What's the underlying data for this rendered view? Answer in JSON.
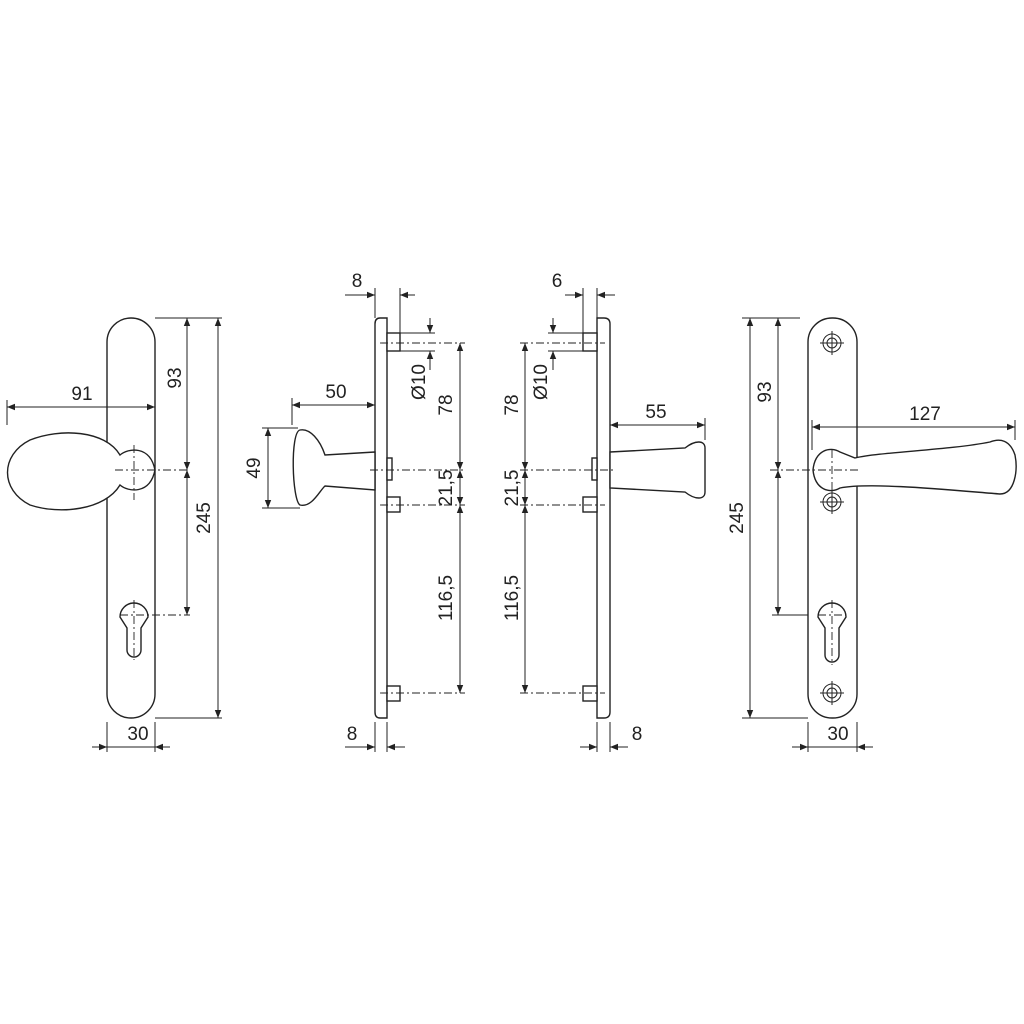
{
  "views": {
    "front_knob": {
      "width": "91",
      "handle_to_center": "93",
      "length": "245",
      "plate_width": "30"
    },
    "side_knob": {
      "top_depth": "8",
      "pin_diameter": "Ø10",
      "dist_top": "78",
      "dist_mid": "21,5",
      "dist_bottom": "116,5",
      "projection": "50",
      "knob_height": "49",
      "bottom_depth": "8"
    },
    "side_lever": {
      "top_depth": "6",
      "pin_diameter": "Ø10",
      "dist_top": "78",
      "dist_mid": "21,5",
      "dist_bottom": "116,5",
      "projection": "55",
      "bottom_depth": "8"
    },
    "front_lever": {
      "length": "245",
      "handle_to_center": "93",
      "lever_length": "127",
      "plate_width": "30"
    }
  },
  "colors": {
    "line": "#222222",
    "background": "#ffffff"
  }
}
